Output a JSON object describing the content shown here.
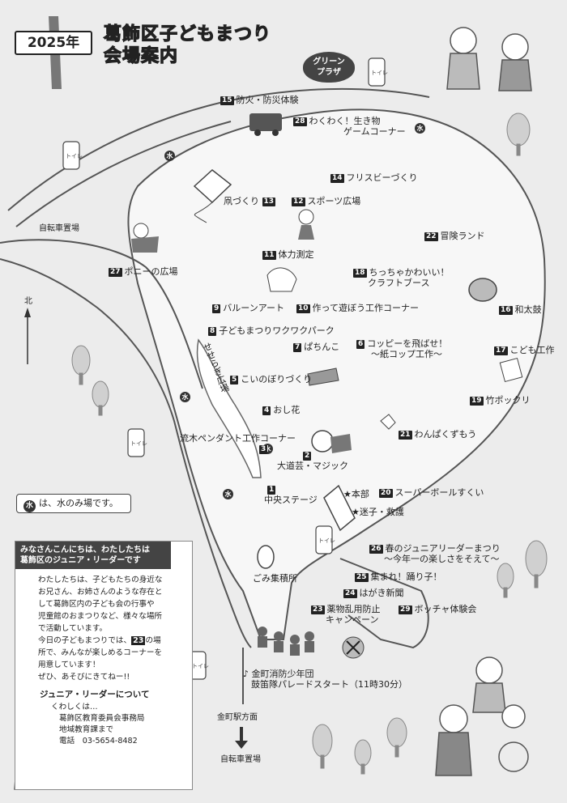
{
  "header": {
    "year_badge": "2025年",
    "title_line1": "葛飾区子どもまつり",
    "title_line2": "会場案内"
  },
  "green_plaza": {
    "line1": "グリーン",
    "line2": "プラザ"
  },
  "toilet_sign": "トイレ",
  "water_mark": "水",
  "stalls": [
    {
      "num": "15",
      "label": "防火・防災体験"
    },
    {
      "num": "28",
      "label": "わくわく！生き物",
      "label2": "ゲームコーナー"
    },
    {
      "num": "14",
      "label": "フリスビーづくり"
    },
    {
      "num": "13",
      "label": "凧づくり"
    },
    {
      "num": "12",
      "label": "スポーツ広場"
    },
    {
      "num": "22",
      "label": "冒険ランド"
    },
    {
      "num": "27",
      "label": "ポニーの広場"
    },
    {
      "num": "11",
      "label": "体力測定"
    },
    {
      "num": "18",
      "label": "ちっちゃかわいい！",
      "label2": "クラフトブース"
    },
    {
      "num": "16",
      "label": "和太鼓"
    },
    {
      "num": "9",
      "label": "バルーンアート"
    },
    {
      "num": "10",
      "label": "作って遊ぼう工作コーナー"
    },
    {
      "num": "8",
      "label": "子どもまつりワクワクパーク"
    },
    {
      "num": "7",
      "label": "ぱちんこ"
    },
    {
      "num": "6",
      "label": "コッピーを飛ばせ！",
      "label2": "～紙コップ工作～"
    },
    {
      "num": "17",
      "label": "こども工作"
    },
    {
      "num": "5",
      "label": "こいのぼりづくり"
    },
    {
      "num": "19",
      "label": "竹ポックリ"
    },
    {
      "num": "4",
      "label": "おし花"
    },
    {
      "num": "21",
      "label": "わんぱくずもう"
    },
    {
      "num": "3",
      "label": "流木ペンダント工作コーナー"
    },
    {
      "num": "2",
      "label": "大道芸・マジック"
    },
    {
      "num": "1",
      "label": "中央ステージ"
    },
    {
      "num": "20",
      "label": "スーパーボールすくい"
    },
    {
      "num": "26",
      "label": "春のジュニアリーダーまつり",
      "label2": "～今年一の楽しさをそえて～"
    },
    {
      "num": "25",
      "label": "集まれ！踊り子！"
    },
    {
      "num": "24",
      "label": "はがき新聞"
    },
    {
      "num": "23",
      "label": "薬物乱用防止",
      "label2": "キャンペーン"
    },
    {
      "num": "29",
      "label": "ボッチャ体験会"
    }
  ],
  "places": {
    "honbu": "★本部",
    "maigo": "★迷子・救護",
    "gomi": "ごみ集積所",
    "bicycle_top": "自転車置場",
    "bicycle_bottom": "自転車置場",
    "kanamachi_station": "金町駅方面",
    "seseragi": "せせらぎ広場",
    "north": "北",
    "parade_line1": "♪ 金町消防少年団",
    "parade_line2": "鼓笛隊パレードスタート（11時30分）"
  },
  "legend": {
    "text": "は、水のみ場です。"
  },
  "info_box": {
    "heading1": "みなさんこんにちは、わたしたちは",
    "heading2": "葛飾区のジュニア・リーダーです",
    "para": [
      "わたしたちは、子どもたちの身近な",
      "お兄さん、お姉さんのような存在と",
      "して葛飾区内の子ども会の行事や",
      "児童館のおまつりなど、様々な場所",
      "で活動しています。"
    ],
    "para2_pre": "今日の子どもまつりでは、",
    "para2_num": "23",
    "para2_post": "の場",
    "para3": [
      "所で、みんなが楽しめるコーナーを",
      "用意しています！",
      "ぜひ、あそびにきてねー!!"
    ],
    "sub_heading": "ジュニア・リーダーについて",
    "contact": [
      "くわしくは…",
      "葛飾区教育委員会事務局",
      "地域教育課まで",
      "電話　03-5654-8482"
    ]
  }
}
